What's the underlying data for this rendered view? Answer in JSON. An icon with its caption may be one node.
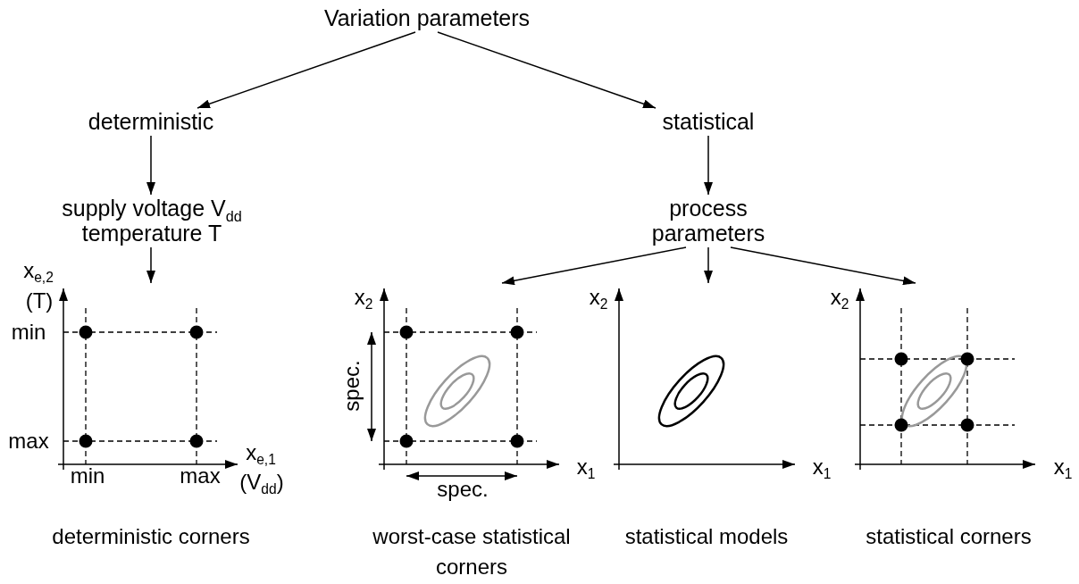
{
  "diagram": {
    "nodes": [
      {
        "text": [
          "Variation parameters"
        ]
      },
      {
        "text": [
          "deterministic"
        ]
      },
      {
        "text": [
          "statistical"
        ]
      },
      {
        "text": [
          "supply voltage V$_{dd}$ temperature T"
        ]
      },
      {
        "text": [
          "process parameters"
        ]
      },
      {
        "text": [
          "deterministic corners"
        ]
      },
      {
        "text": [
          "worst-case statistical corners"
        ]
      },
      {
        "text": [
          "statistical models"
        ]
      },
      {
        "text": [
          "statistical corners"
        ]
      }
    ],
    "edges": [
      {
        "from": 0,
        "to": 1,
        "arrow": "to"
      },
      {
        "from": 0,
        "to": 2,
        "arrow": "to"
      },
      {
        "from": 1,
        "to": 3,
        "arrow": "to"
      },
      {
        "from": 2,
        "to": 4,
        "arrow": "to"
      },
      {
        "from": 3,
        "to": 5,
        "arrow": "to"
      },
      {
        "from": 4,
        "to": 6,
        "arrow": "to"
      },
      {
        "from": 4,
        "to": 7,
        "arrow": "to"
      },
      {
        "from": 4,
        "to": 8,
        "arrow": "to"
      }
    ],
    "labels": [
      "x$_{e,2}$",
      "(T)",
      "min",
      "max",
      "x$_{e,1}$",
      "min",
      "max",
      "(V$_{dd}$)",
      "x$_{2}$",
      "spec.",
      "x$_{1}$",
      "spec.",
      "x$_{2}$",
      "x$_{1}$",
      "x$_{2}$",
      "x$_{1}$"
    ]
  }
}
